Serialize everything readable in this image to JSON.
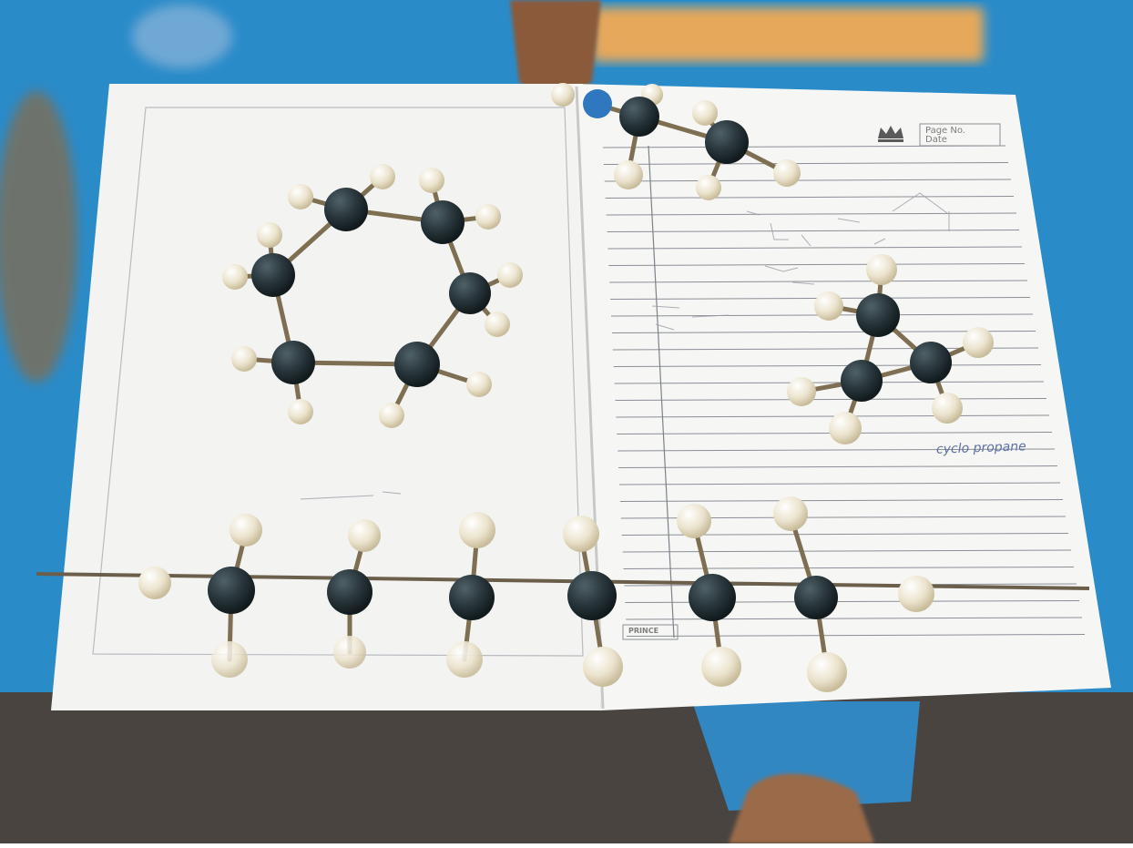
{
  "photo": {
    "colors": {
      "table_blue": "#2a8bc9",
      "floor_dark": "#4a4440",
      "paper": "#f4f4f2",
      "ruled_line": "#8a8f96",
      "carbon_ball": "#263338",
      "hydrogen_ball": "#e9e1cb",
      "stick": "#7e6e52"
    },
    "notebook": {
      "right_page_handwriting": "cyclo propane",
      "header_label": "Page No.",
      "header_label_2": "Date",
      "footer_label": "PRINCE"
    },
    "icons": [
      "crown-logo-icon"
    ]
  }
}
